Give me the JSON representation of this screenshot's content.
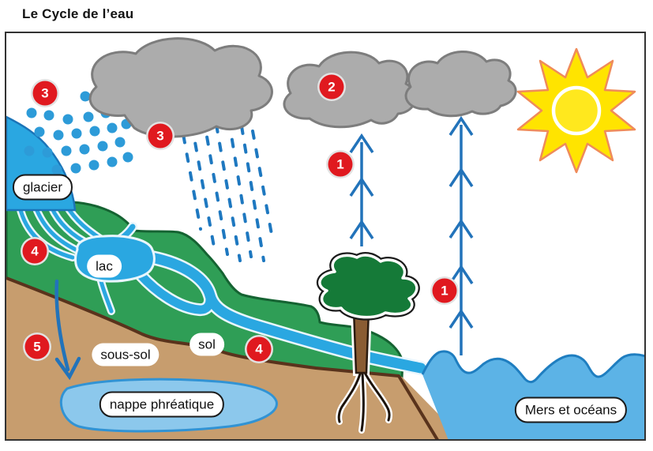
{
  "title": "Le Cycle de l’eau",
  "labels": {
    "glacier": "glacier",
    "lake": "lac",
    "soil": "sol",
    "subsoil": "sous-sol",
    "groundwater": "nappe phréatique",
    "sea": "Mers et océans"
  },
  "badges": [
    {
      "value": "1",
      "meaning": "evaporation-arrow-left"
    },
    {
      "value": "1",
      "meaning": "evaporation-arrow-right"
    },
    {
      "value": "2",
      "meaning": "cloud"
    },
    {
      "value": "3",
      "meaning": "snow"
    },
    {
      "value": "3",
      "meaning": "rain"
    },
    {
      "value": "4",
      "meaning": "runoff-upper"
    },
    {
      "value": "4",
      "meaning": "runoff-lower"
    },
    {
      "value": "5",
      "meaning": "infiltration"
    }
  ],
  "colors": {
    "water_blue": "#2aa7e1",
    "sea_blue": "#5cb3e6",
    "groundwater_blue": "#8cc8ec",
    "land_green": "#2f9e56",
    "soil_brown": "#c79d6e",
    "cloud_gray": "#acacac",
    "sun_yellow": "#ffe400",
    "badge_red": "#e0191f",
    "arrow_blue": "#2273ba"
  }
}
